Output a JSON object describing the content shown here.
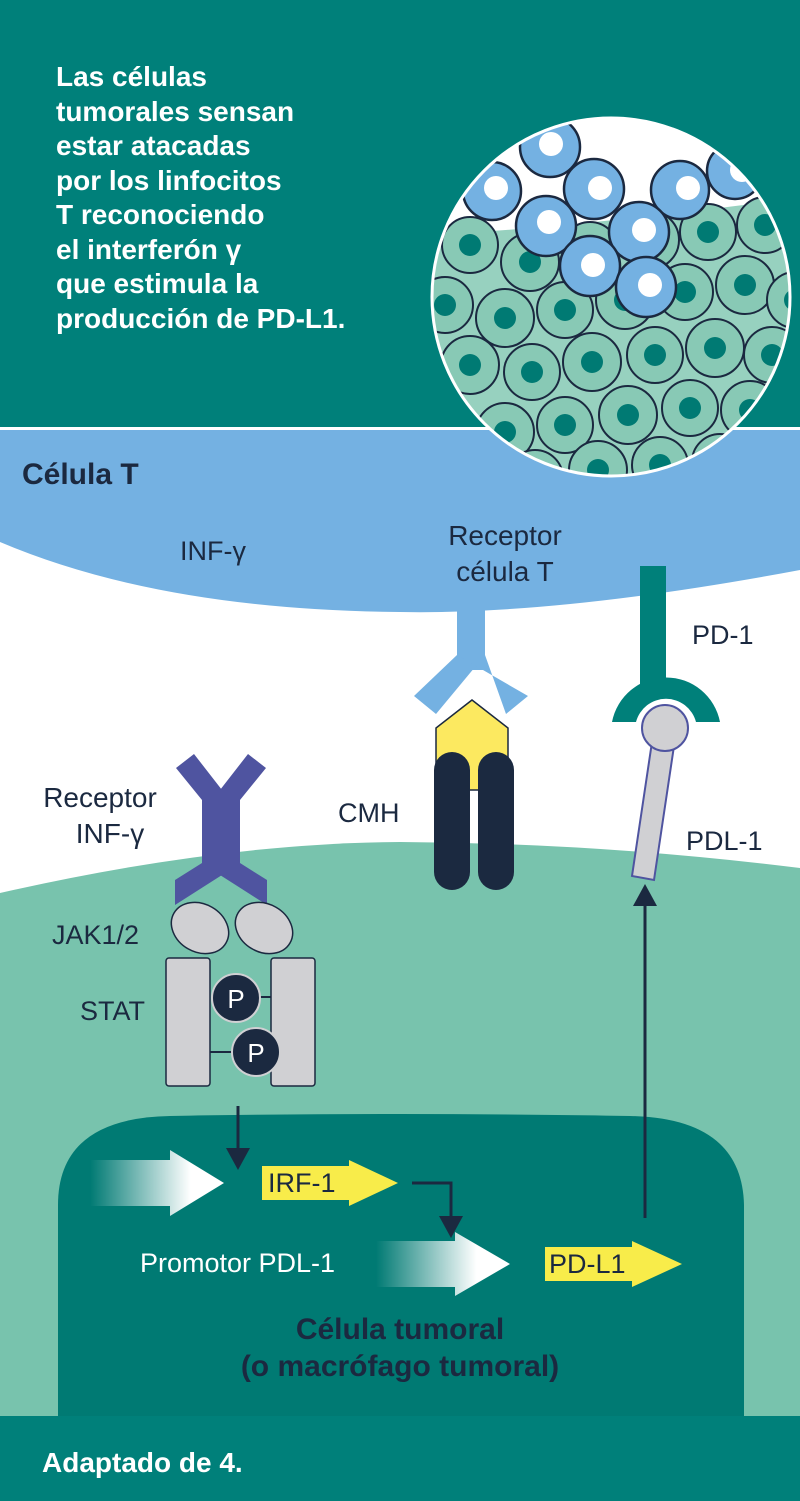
{
  "intro_text": {
    "lines": [
      "Las células",
      "tumorales sensan",
      "estar atacadas",
      "por los linfocitos",
      "T reconociendo",
      "el interferón γ",
      "que estimula la",
      "producción de PD-L1."
    ]
  },
  "cells": {
    "t_cell": "Célula T",
    "tumor_cell_line1": "Célula tumoral",
    "tumor_cell_line2": "(o macrófago tumoral)"
  },
  "labels": {
    "inf_gamma": "INF-γ",
    "tcr_line1": "Receptor",
    "tcr_line2": "célula T",
    "pd1": "PD-1",
    "receptor_inf_line1": "Receptor",
    "receptor_inf_line2": "INF-γ",
    "cmh": "CMH",
    "pdl1": "PDL-1",
    "jak": "JAK1/2",
    "stat": "STAT",
    "phospho": "P",
    "irf1": "IRF-1",
    "promotor": "Promotor PDL-1",
    "pd_l1_gene": "PD-L1"
  },
  "footer": {
    "source": "Adaptado de 4."
  },
  "colors": {
    "dark_teal": "#00807a",
    "t_cell_blue": "#74b1e2",
    "tumor_green": "#78c3ad",
    "nucleus_teal": "#007a73",
    "receptor_purple": "#4f54a0",
    "mhc_navy": "#1b2940",
    "peptide_yellow": "#fce960",
    "gene_yellow": "#f8ec4a",
    "stat_gray": "#d0d0d3"
  }
}
